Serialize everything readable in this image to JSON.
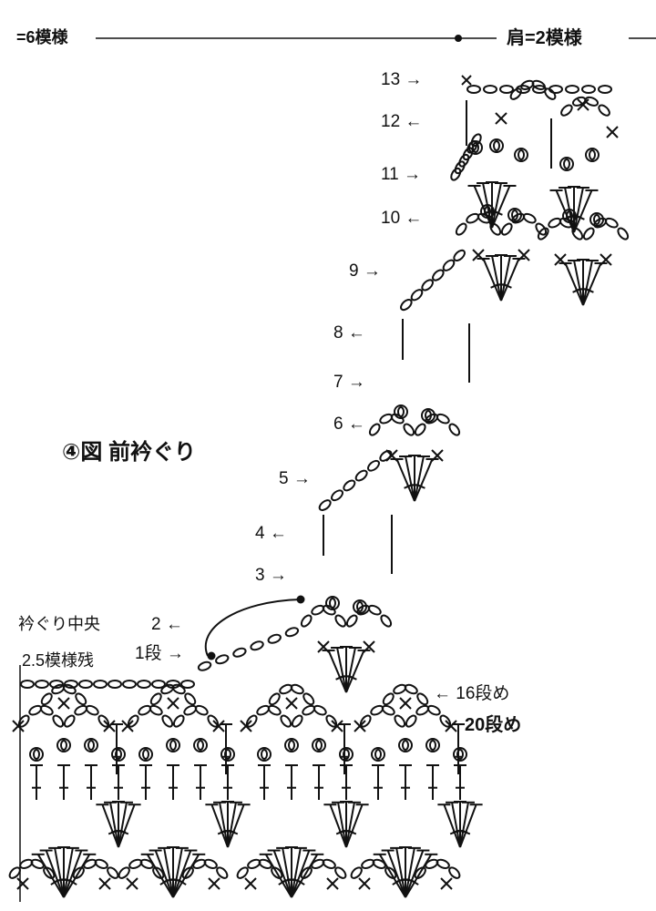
{
  "header": {
    "left_label": "=6模様",
    "right_label": "肩=2模様"
  },
  "figure": {
    "title": "④図 前衿ぐり"
  },
  "rows": [
    {
      "label": "13",
      "arrow": "→"
    },
    {
      "label": "12",
      "arrow": "←"
    },
    {
      "label": "11",
      "arrow": "→"
    },
    {
      "label": "10",
      "arrow": "←"
    },
    {
      "label": "9",
      "arrow": "→"
    },
    {
      "label": "8",
      "arrow": "←"
    },
    {
      "label": "7",
      "arrow": "→"
    },
    {
      "label": "6",
      "arrow": "←"
    },
    {
      "label": "5",
      "arrow": "→"
    },
    {
      "label": "4",
      "arrow": "←"
    },
    {
      "label": "3",
      "arrow": "→"
    },
    {
      "label": "2",
      "arrow": "←"
    },
    {
      "label": "1段",
      "arrow": "→"
    }
  ],
  "annotations": {
    "center_label": "衿ぐり中央",
    "remaining_label": "2.5模様残",
    "row16_label": "16段め",
    "row20_label": "20段め",
    "row16_arrow": "←"
  },
  "colors": {
    "ink": "#111111",
    "background": "#ffffff"
  }
}
